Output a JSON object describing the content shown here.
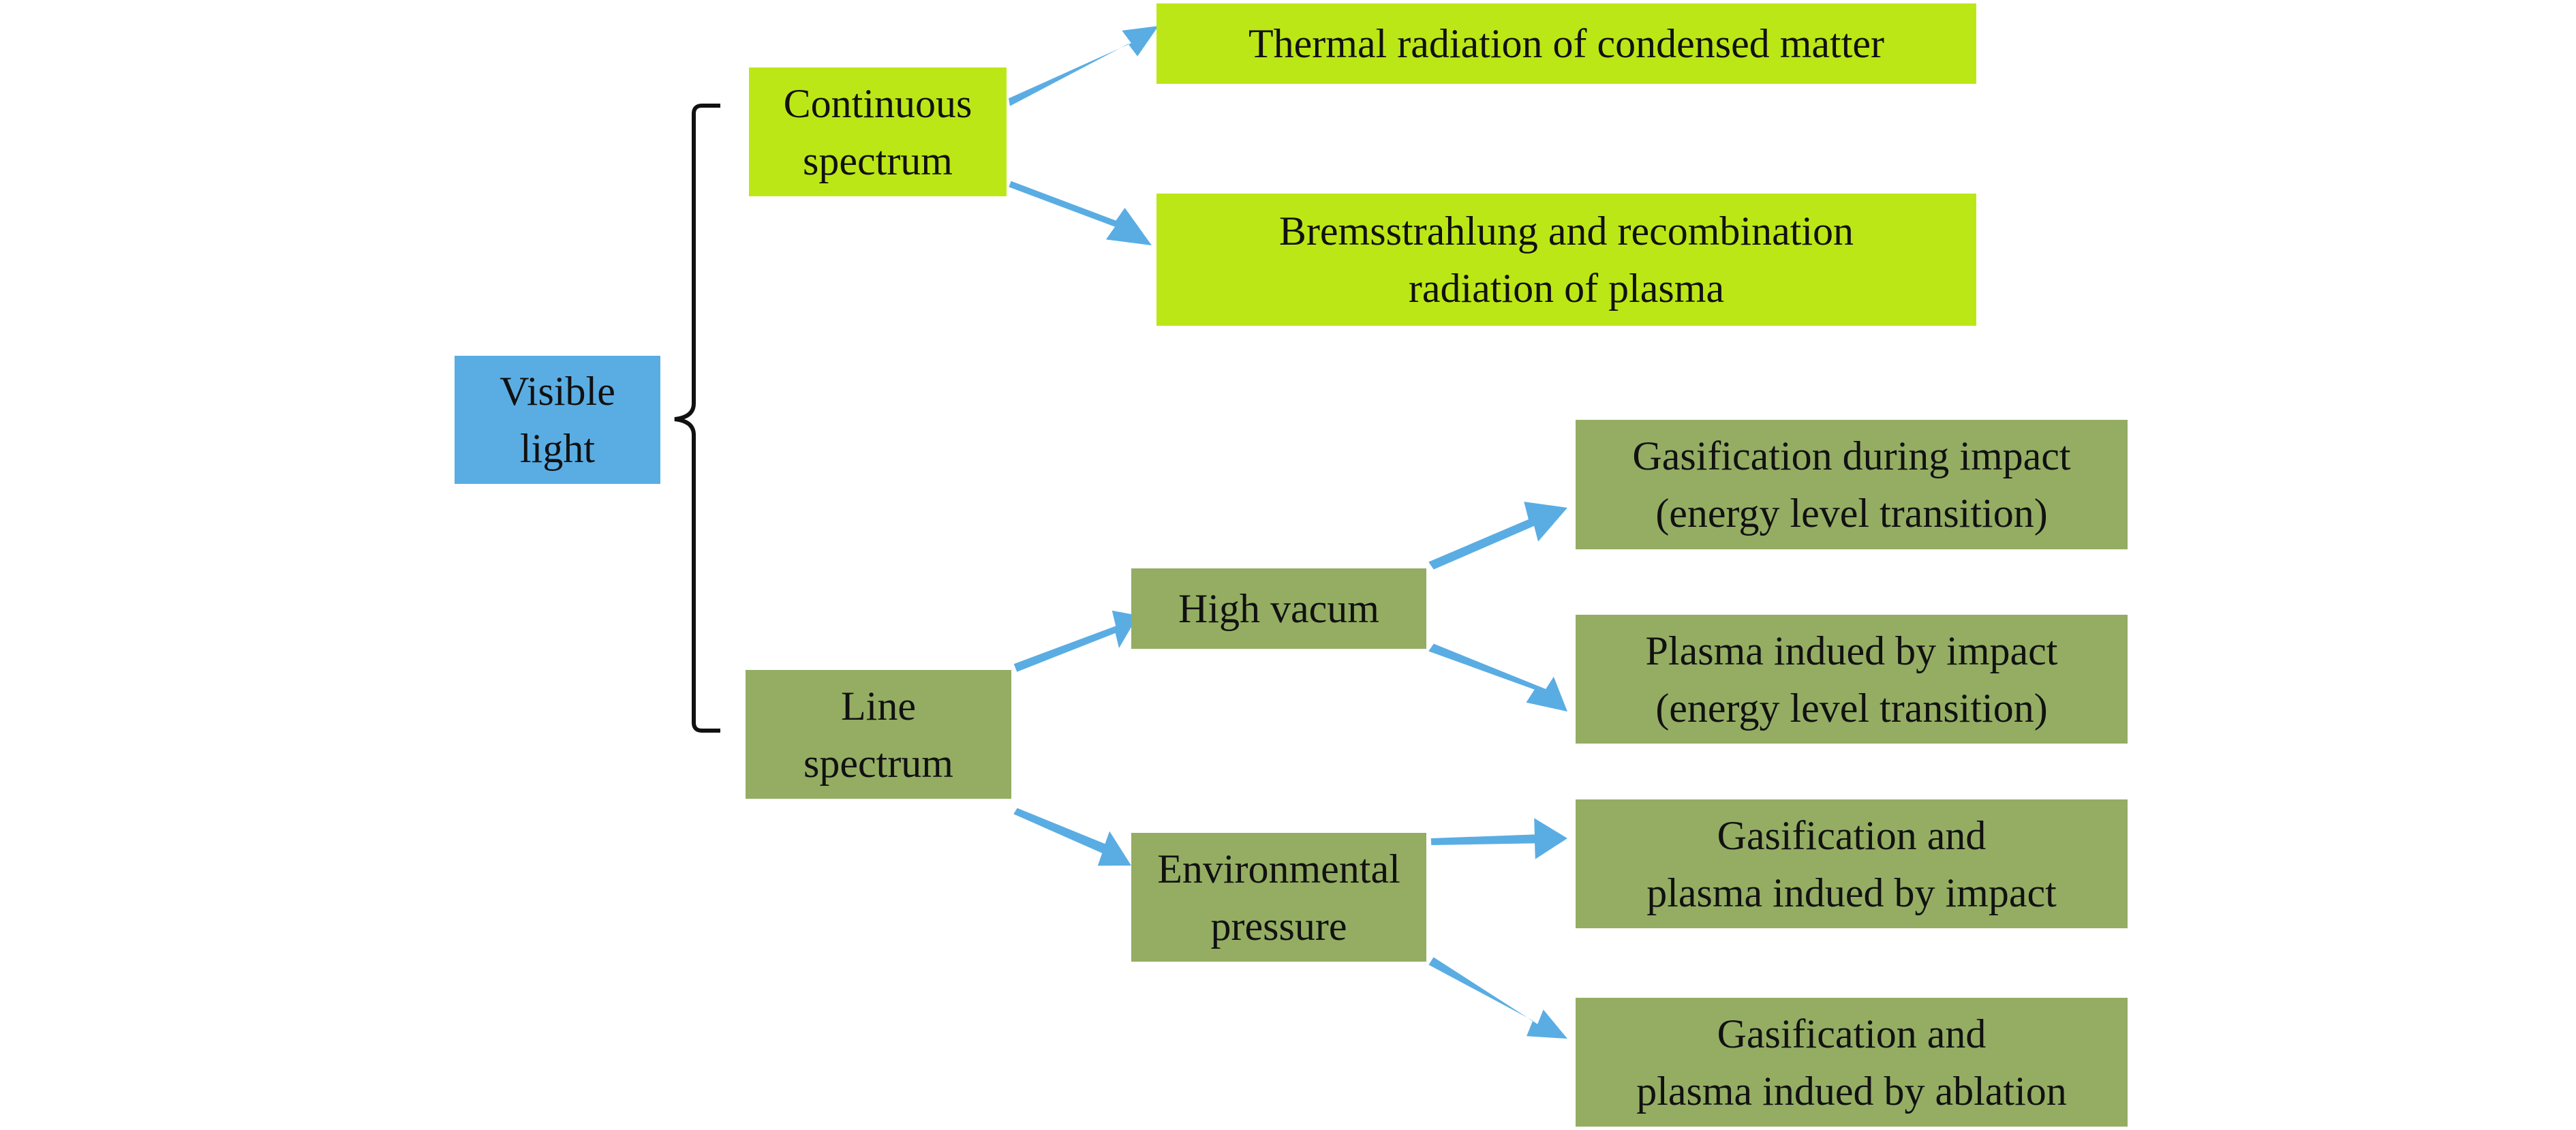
{
  "colors": {
    "root": "#5aade3",
    "continuous": "#bce716",
    "line": "#94ad63",
    "arrow": "#5aade3",
    "bracket": "#111111",
    "text": "#111111"
  },
  "nodes": {
    "visible_light": "Visible\nlight",
    "continuous_spectrum": "Continuous\nspectrum",
    "line_spectrum": "Line\nspectrum",
    "thermal_radiation": "Thermal radiation of condensed matter",
    "bremsstrahlung": "Bremsstrahlung and recombination\nradiation of plasma",
    "high_vacum": "High vacum",
    "environmental_pressure": "Environmental\npressure",
    "gasification_during_impact": "Gasification during impact\n(energy level transition)",
    "plasma_indued_by_impact": "Plasma indued by impact\n(energy level transition)",
    "gasification_plasma_impact": "Gasification and\nplasma indued by impact",
    "gasification_plasma_ablation": "Gasification and\nplasma indued by ablation"
  }
}
